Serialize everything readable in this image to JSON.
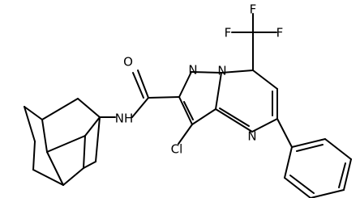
{
  "structure": {
    "atoms": {
      "oxygen": "O",
      "amide_nh": "NH",
      "ring_n1": "N",
      "ring_n2": "N",
      "ring_n3": "N",
      "chlorine": "Cl",
      "fluorine_left": "F",
      "fluorine_right": "F",
      "fluorine_bottom": "F"
    }
  }
}
